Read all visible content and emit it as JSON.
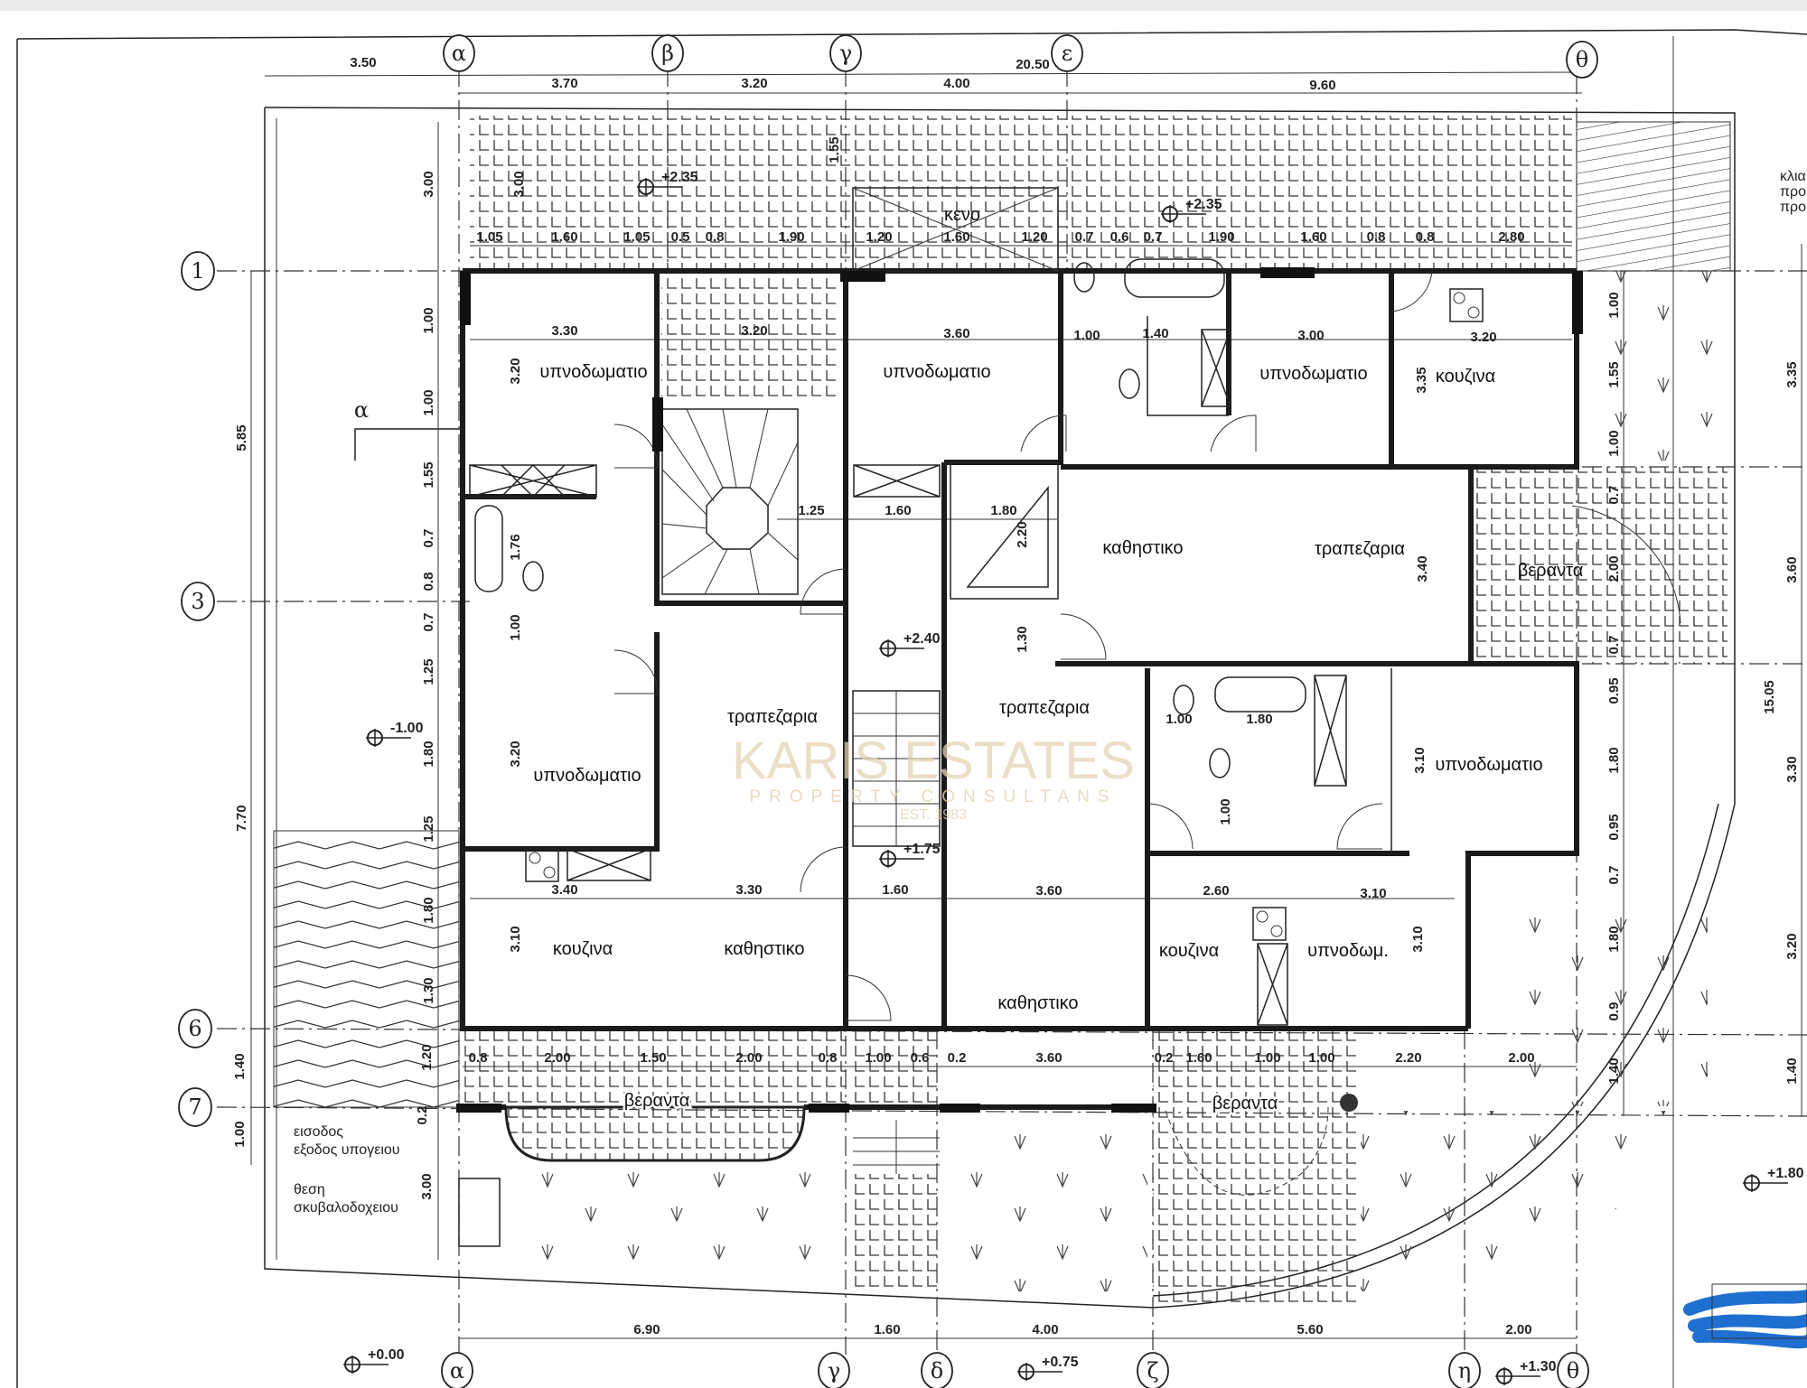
{
  "title": "Floor plan",
  "colors": {
    "line": "#222222",
    "watermark": "#e3d3b4",
    "scribble": "#1f6fd1"
  },
  "grid_axes": {
    "top": [
      "α",
      "β",
      "γ",
      "ε",
      "θ"
    ],
    "bottom": [
      "α",
      "γ",
      "δ",
      "ζ",
      "η",
      "θ"
    ],
    "rows": [
      "1",
      "3",
      "6",
      "7"
    ]
  },
  "dimensions": [
    "3.50",
    "20.50",
    "3.70",
    "3.20",
    "4.00",
    "9.60",
    "3.00",
    "3.00",
    "1.55",
    "1.05",
    "1.60",
    "1.05",
    "0.5",
    "0.8",
    "1.90",
    "1.20",
    "1.60",
    "1.20",
    "0.7",
    "0.6",
    "0.7",
    "1.90",
    "1.60",
    "0.8",
    "0.8",
    "2.80",
    "3.30",
    "3.20",
    "3.20",
    "3.60",
    "1.00",
    "1.40",
    "3.00",
    "3.35",
    "3.20",
    "1.00",
    "1.00",
    "1.55",
    "0.7",
    "0.8",
    "0.7",
    "1.25",
    "1.80",
    "1.25",
    "1.80",
    "1.30",
    "1.20",
    "0.2",
    "3.00",
    "5.85",
    "7.70",
    "1.40",
    "1.00",
    "1.76",
    "1.00",
    "1.25",
    "1.60",
    "1.80",
    "2.20",
    "3.40",
    "2.00",
    "1.00",
    "1.55",
    "1.00",
    "0.7",
    "0.7",
    "3.35",
    "3.60",
    "15.05",
    "3.30",
    "3.20",
    "1.40",
    "1.30",
    "3.20",
    "1.00",
    "1.80",
    "3.10",
    "1.00",
    "0.95",
    "1.80",
    "0.95",
    "0.7",
    "1.80",
    "0.9",
    "1.40",
    "3.40",
    "3.30",
    "1.60",
    "3.60",
    "2.60",
    "3.10",
    "3.10",
    "3.10",
    "0.8",
    "2.00",
    "1.50",
    "2.00",
    "0.8",
    "1.00",
    "0.6",
    "0.2",
    "3.60",
    "0.2",
    "1.60",
    "1.00",
    "1.00",
    "2.20",
    "2.00",
    "6.90",
    "1.60",
    "4.00",
    "5.60",
    "2.00"
  ],
  "rooms": [
    "υπνοδωματιο",
    "υπνοδωματιο",
    "υπνοδωματιο",
    "κουζινα",
    "κενο",
    "καθηστικο",
    "τραπεζαρια",
    "βεραντα",
    "τραπεζαρια",
    "υπνοδωματιο",
    "τραπεζαρια",
    "υπνοδωματιο",
    "κουζινα",
    "καθηστικο",
    "κουζινα",
    "υπνοδωμ.",
    "καθηστικο",
    "βεραντα",
    "βεραντα"
  ],
  "levels": [
    "+2.35",
    "+2.35",
    "-1.00",
    "+2.40",
    "+1.75",
    "+1.80",
    "+0.00",
    "+0.75",
    "+1.30"
  ],
  "annotations": {
    "section_marker": "α",
    "entrance_1": "εισοδος",
    "entrance_2": "εξοδος υπογειου",
    "bins_1": "θεση",
    "bins_2": "σκυβαλοδοχειου",
    "right_note": [
      "κλια",
      "προ",
      "προ"
    ]
  },
  "watermark": {
    "brand": "KARIS ESTATES",
    "subtitle": "PROPERTY CONSULTANS",
    "est": "EST. 1983"
  }
}
